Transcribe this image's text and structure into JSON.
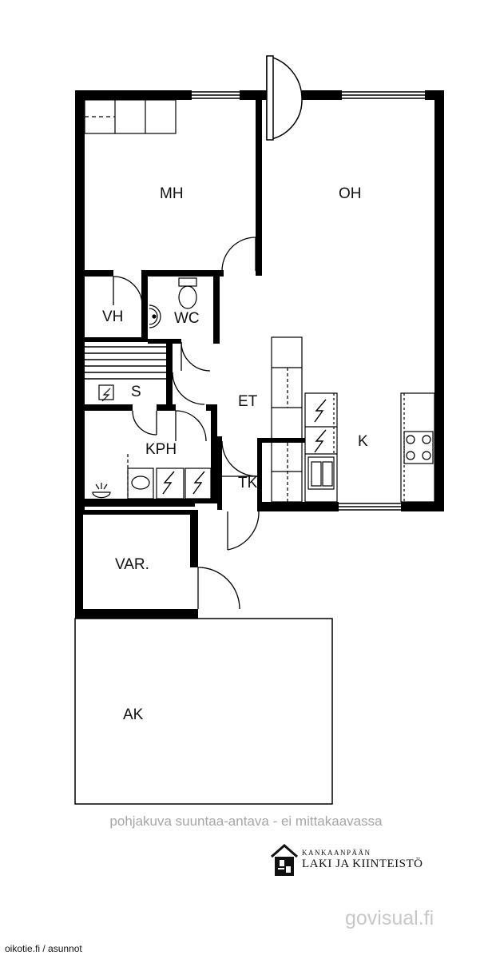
{
  "rooms": {
    "mh": "MH",
    "oh": "OH",
    "vh": "VH",
    "wc": "WC",
    "s": "S",
    "et": "ET",
    "kph": "KPH",
    "k": "K",
    "tk": "TK",
    "var": "VAR.",
    "ak": "AK"
  },
  "footer": {
    "disclaimer": "pohjakuva suuntaa-antava - ei mittakaavassa",
    "logo_line1": "KANKAANPÄÄN",
    "logo_line2": "LAKI JA KIINTEISTÖ",
    "credit": "govisual.fi",
    "source": "oikotie.fi / asunnot"
  },
  "icons": {
    "appliance": "lightning-bolt-icon",
    "stove": "stove-burners-icon",
    "sink": "sink-icon",
    "toilet": "toilet-icon",
    "logo": "house-logo-icon"
  },
  "colors": {
    "wall": "#000000",
    "disclaimer_text": "#a6a6a6",
    "credit_text": "#c8c8c8"
  }
}
